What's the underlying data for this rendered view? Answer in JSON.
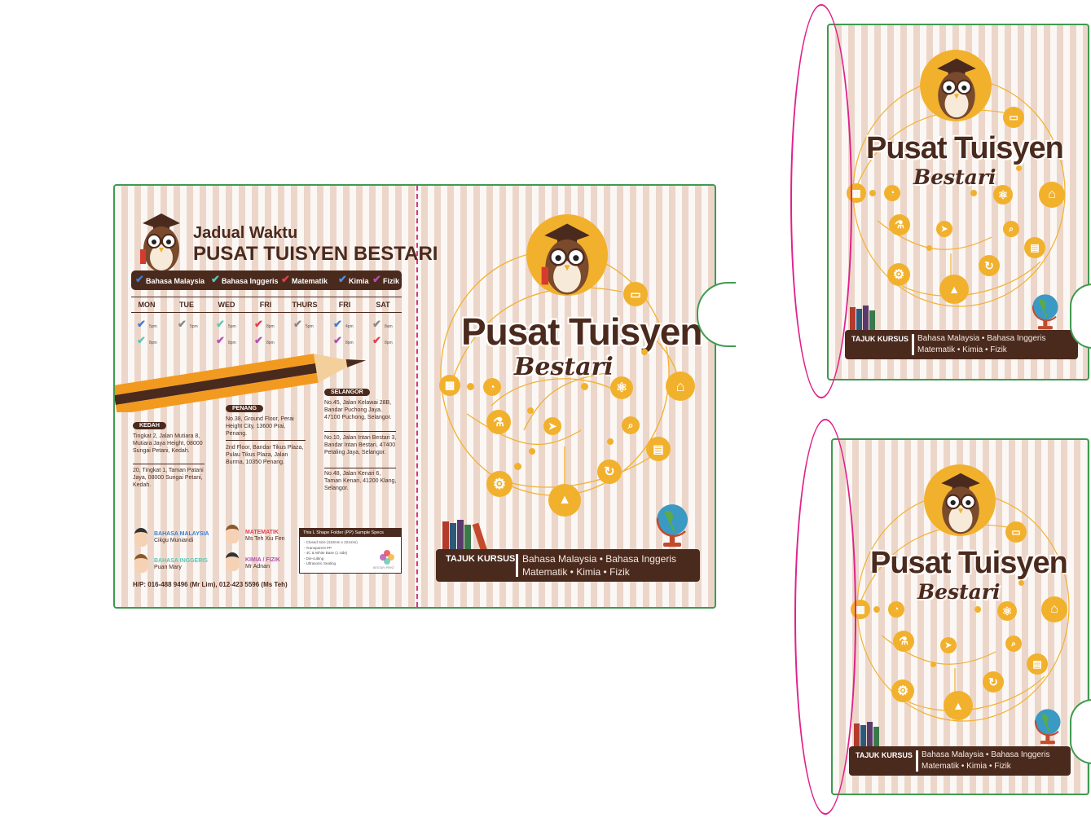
{
  "timetable": {
    "heading_line1": "Jadual Waktu",
    "heading_line2": "PUSAT TUISYEN BESTARI",
    "subjects": [
      "Bahasa Malaysia",
      "Bahasa Inggeris",
      "Matematik",
      "Kimia",
      "Fizik"
    ],
    "subject_colors": [
      "#3d7fd6",
      "#5fc6b5",
      "#e2414b",
      "#4b8fe2",
      "#b44fb0"
    ],
    "days": [
      "MON",
      "TUE",
      "WED",
      "FRI",
      "THURS",
      "FRI",
      "SAT"
    ],
    "times": [
      "5pm",
      "8pm",
      "5pm",
      "5pm",
      "8pm",
      "8pm",
      "8pm",
      "5pm",
      "4pm",
      "8pm",
      "8am",
      "8pm"
    ],
    "regions": {
      "kedah": {
        "label": "KEDAH",
        "addr1": "Tingkat 2, Jalan Mutiara 8, Mutiara Jaya Height, 08000 Sungai Petani, Kedah.",
        "addr2": "20, Tingkat 1, Taman Patani Jaya, 08000 Sungai Petani, Kedah."
      },
      "penang": {
        "label": "PENANG",
        "addr1": "No.38, Ground Floor, Perai Height City, 13600 Prai, Penang.",
        "addr2": "2nd Floor, Bandar Tikus Plaza, Pulau Tikus Plaza, Jalan Burma, 10350 Penang."
      },
      "selangor": {
        "label": "SELANGOR",
        "addr1": "No.45, Jalan Kelawai 28B, Bandar Puchong Jaya, 47100 Puchong, Selangor.",
        "addr2": "No.10, Jalan Intan Bestari 3, Bandar Intan Bestari, 47400 Petaling Jaya, Selangor.",
        "addr3": "No.48, Jalan Kenari 6, Taman Kenari, 41200 Klang, Selangor."
      }
    },
    "teachers": [
      {
        "subject": "BAHASA MALAYSIA",
        "name": "Cikgu Muniandi",
        "color": "#3d7fd6"
      },
      {
        "subject": "BAHASA INGGERIS",
        "name": "Puan Mary",
        "color": "#5fc6b5"
      },
      {
        "subject": "MATEMATIK",
        "name": "Ms Teh Xiu Fen",
        "color": "#e2414b"
      },
      {
        "subject": "KIMIA / FIZIK",
        "name": "Mr Adnan",
        "color": "#b44fb0"
      }
    ],
    "specs": {
      "title": "This L Shape Folder (PP) Sample Specs",
      "lines": [
        "- Closed Size (310mm x 221mm)",
        "- Transparent PP",
        "- 4C & White Base (1 side)",
        "- Die-cutting",
        "- Ultrasonic Sealing"
      ],
      "logo_text": "BESTARI PRINT"
    },
    "phone": "H/P: 016-488 9496 (Mr Lim), 012-423 5596 (Ms Teh)"
  },
  "cover": {
    "title": "Pusat Tuisyen",
    "script": "Bestari",
    "course_label": "TAJUK KURSUS",
    "course_line1": "Bahasa Malaysia • Bahasa Inggeris",
    "course_line2": "Matematik • Kimia • Fizik"
  },
  "colors": {
    "brown": "#4b2a1e",
    "accent": "#f2b12d",
    "stripe": "#ecd6ca",
    "outline": "#3f9a50",
    "highlight": "#e0218a",
    "pencil": "#f29a1f"
  },
  "icons": [
    "owl-icon",
    "calculator-icon",
    "pie-chart-icon",
    "flask-icon",
    "paper-plane-icon",
    "atom-icon",
    "magnifier-icon",
    "bank-icon",
    "laptop-icon",
    "book-icon",
    "refresh-icon",
    "gear-icon",
    "graduation-cap-icon",
    "globe-icon",
    "books-icon",
    "pencil-icon",
    "check-icon"
  ]
}
